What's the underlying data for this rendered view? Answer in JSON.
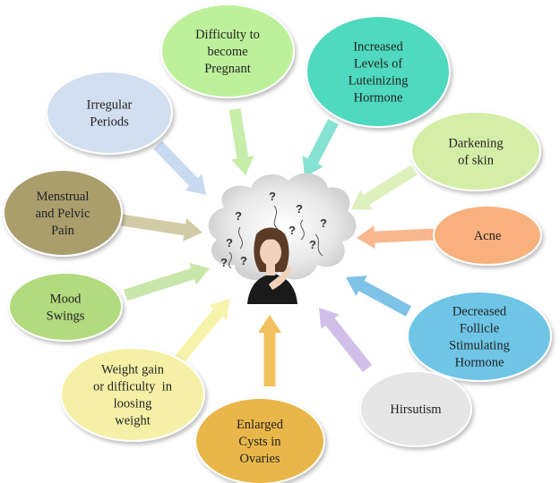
{
  "center": {
    "icon": "confused-woman-with-question-marks"
  },
  "bubbles": [
    {
      "id": "difficulty-pregnant",
      "lines": [
        "Difficulty to",
        "become",
        "Pregnant"
      ],
      "fill": "#bdf09a",
      "arrow": "#c4eca6"
    },
    {
      "id": "luteinizing-hormone",
      "lines": [
        "Increased",
        "Levels of",
        "Luteinizing",
        "Hormone"
      ],
      "fill": "#4fd9bf",
      "arrow": "#7fe0d0"
    },
    {
      "id": "darkening-skin",
      "lines": [
        "Darkening",
        "of skin"
      ],
      "fill": "#d4eea8",
      "arrow": "#dcefb8"
    },
    {
      "id": "acne",
      "lines": [
        "Acne"
      ],
      "fill": "#f8b07c",
      "arrow": "#f7b487"
    },
    {
      "id": "follicle-hormone",
      "lines": [
        "Decreased",
        "Follicle",
        "Stimulating",
        "Hormone"
      ],
      "fill": "#6ec5e6",
      "arrow": "#78bfe6"
    },
    {
      "id": "hirsutism",
      "lines": [
        "Hirsutism"
      ],
      "fill": "#e6e6e6",
      "arrow": "#cdbde8"
    },
    {
      "id": "enlarged-cysts",
      "lines": [
        "Enlarged",
        "Cysts in",
        "Ovaries"
      ],
      "fill": "#e9b74a",
      "arrow": "#f0bf55"
    },
    {
      "id": "weight-gain",
      "lines": [
        "Weight gain",
        "or difficulty  in",
        "loosing",
        "weight"
      ],
      "fill": "#f5f0a6",
      "arrow": "#f6f2a6"
    },
    {
      "id": "mood-swings",
      "lines": [
        "Mood",
        "Swings"
      ],
      "fill": "#b2da7e",
      "arrow": "#c6e5a6"
    },
    {
      "id": "menstrual-pain",
      "lines": [
        "Menstrual",
        "and Pelvic",
        "Pain"
      ],
      "fill": "#aa9e6d",
      "arrow": "#cfc9a0"
    },
    {
      "id": "irregular-periods",
      "lines": [
        "Irregular",
        "Periods"
      ],
      "fill": "#d2dff1",
      "arrow": "#c5d7f0"
    }
  ]
}
